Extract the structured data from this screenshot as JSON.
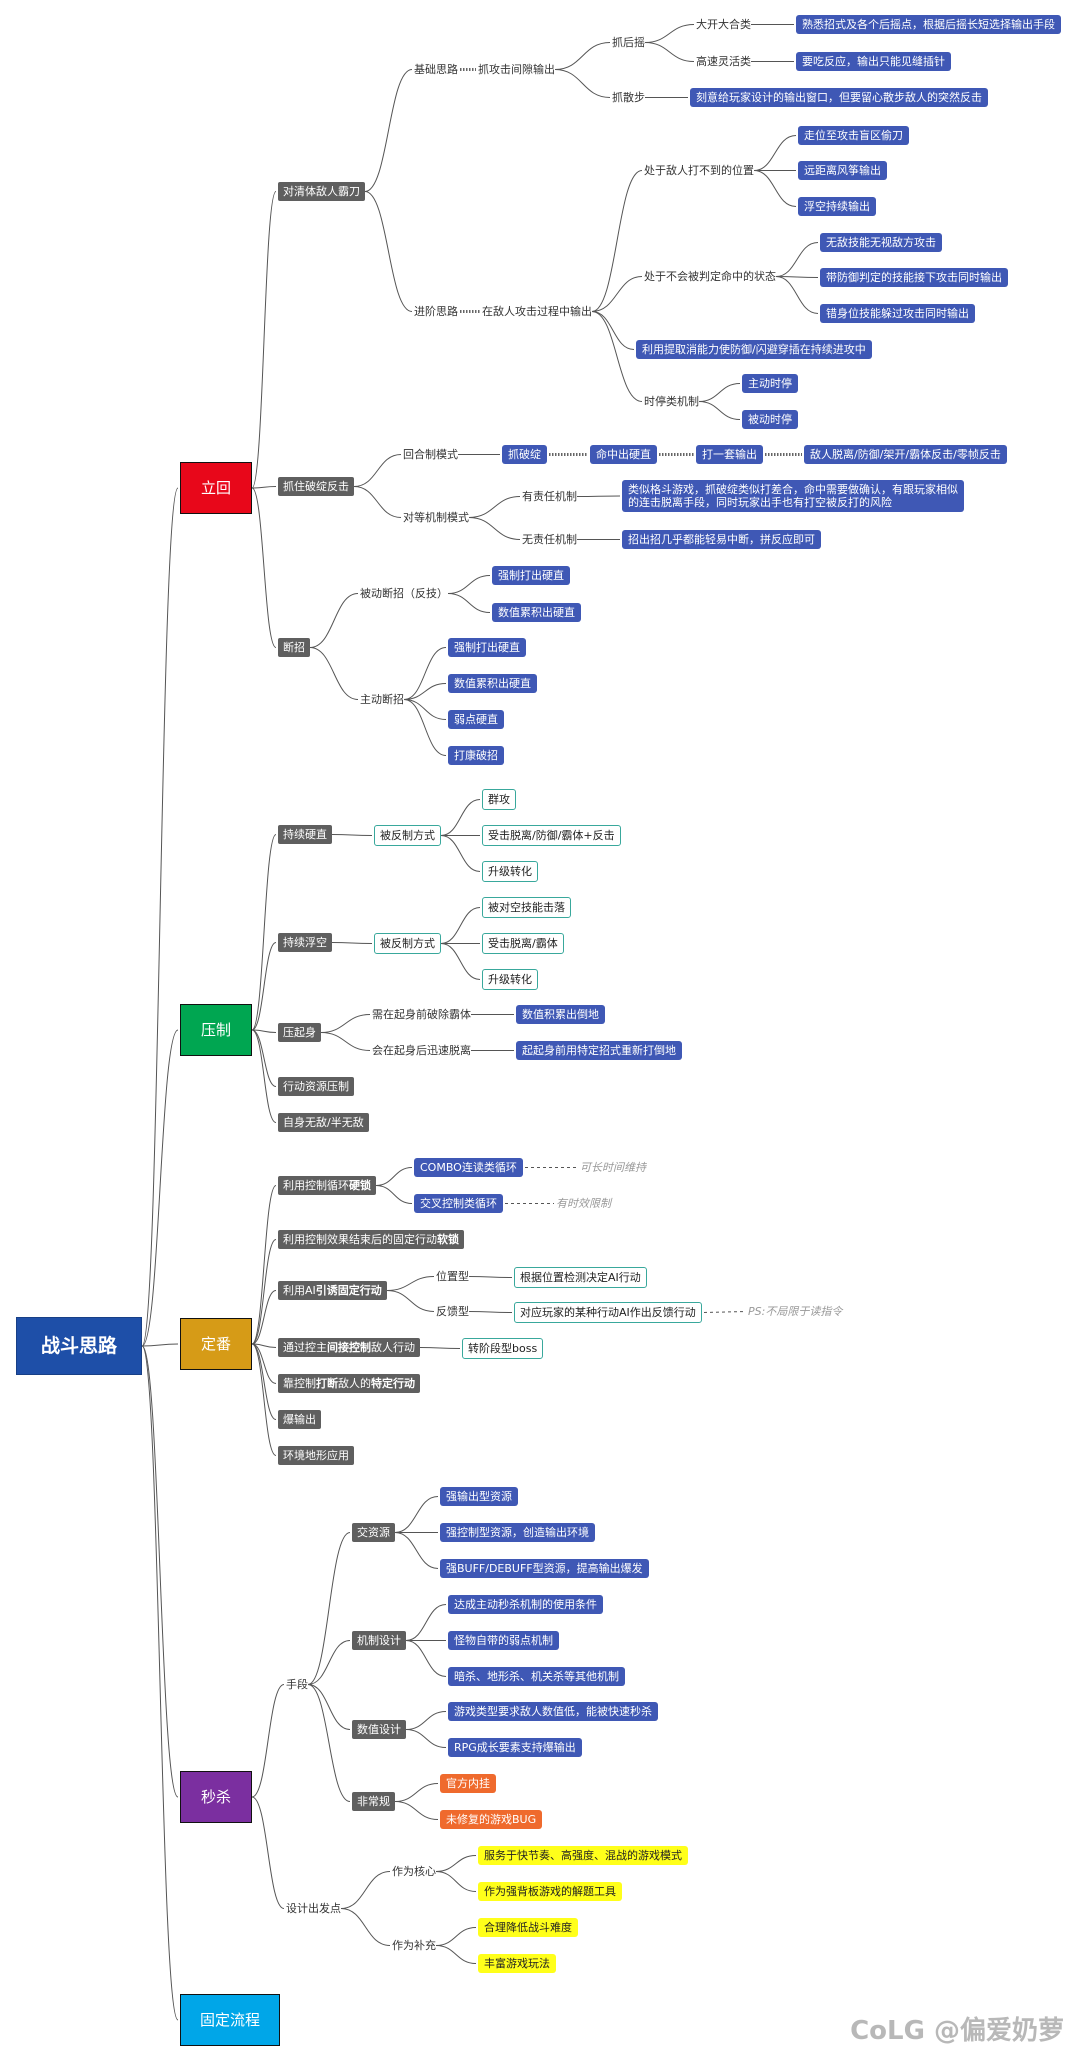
{
  "root": "战斗思路",
  "branches": {
    "liliji": "立回",
    "yazhi": "压制",
    "dingfan": "定番",
    "miaosha": "秒杀",
    "guding": "固定流程"
  },
  "colors": {
    "liliji": "#e8071a",
    "yazhi": "#00a651",
    "dingfan": "#d69b17",
    "miaosha": "#7b2fa0",
    "guding": "#00a6e8",
    "root": "#1e4fa8"
  },
  "nodes": {
    "l1": "对清体敌人霸刀",
    "l1a": "基础思路",
    "l1a1": "抓攻击间隙输出",
    "l1a1a": "抓后摇",
    "l1a1a1": "大开大合类",
    "l1a1a1t": "熟悉招式及各个后摇点，根据后摇长短选择输出手段",
    "l1a1a2": "高速灵活类",
    "l1a1a2t": "要吃反应，输出只能见缝插针",
    "l1a1b": "抓散步",
    "l1a1bt": "刻意给玩家设计的输出窗口，但要留心散步敌人的突然反击",
    "l1b": "进阶思路",
    "l1b1": "在敌人攻击过程中输出",
    "l1b1a": "处于敌人打不到的位置",
    "l1b1a1": "走位至攻击盲区偷刀",
    "l1b1a2": "远距离风筝输出",
    "l1b1a3": "浮空持续输出",
    "l1b1b": "处于不会被判定命中的状态",
    "l1b1b1": "无敌技能无视敌方攻击",
    "l1b1b2": "带防御判定的技能接下攻击同时输出",
    "l1b1b3": "错身位技能躲过攻击同时输出",
    "l1b1c": "利用提取消能力使防御/闪避穿插在持续进攻中",
    "l1b1d": "时停类机制",
    "l1b1d1": "主动时停",
    "l1b1d2": "被动时停",
    "l2": "抓住破绽反击",
    "l2a": "回合制模式",
    "l2a1": "抓破绽",
    "l2a2": "命中出硬直",
    "l2a3": "打一套输出",
    "l2a4": "敌人脱离/防御/架开/霸体反击/零帧反击",
    "l2b": "对等机制模式",
    "l2b1": "有责任机制",
    "l2b1t1": "类似格斗游戏，抓破绽类似打差合，命中需要做确认，有跟玩家相似",
    "l2b1t2": "的连击脱离手段，同时玩家出手也有打空被反打的风险",
    "l2b2": "无责任机制",
    "l2b2t": "招出招几乎都能轻易中断，拼反应即可",
    "l3": "断招",
    "l3a": "被动断招（反技）",
    "l3a1": "强制打出硬直",
    "l3a2": "数值累积出硬直",
    "l3b": "主动断招",
    "l3b1": "强制打出硬直",
    "l3b2": "数值累积出硬直",
    "l3b3": "弱点硬直",
    "l3b4": "打康破招",
    "y1": "持续硬直",
    "y1a": "被反制方式",
    "y1a1": "群攻",
    "y1a2": "受击脱离/防御/霸体+反击",
    "y1a3": "升级转化",
    "y2": "持续浮空",
    "y2a": "被反制方式",
    "y2a1": "被对空技能击落",
    "y2a2": "受击脱离/霸体",
    "y2a3": "升级转化",
    "y3": "压起身",
    "y3a": "需在起身前破除霸体",
    "y3a1": "数值积累出倒地",
    "y3b": "会在起身后迅速脱离",
    "y3b1": "起起身前用特定招式重新打倒地",
    "y4": "行动资源压制",
    "y5": "自身无敌/半无敌",
    "d1a": "利用控制循环",
    "d1b": "硬锁",
    "d1x": "COMBO连读类循环",
    "d1xn": "可长时间维持",
    "d1y": "交叉控制类循环",
    "d1yn": "有时效限制",
    "d2a": "利用控制效果结束后的固定行动",
    "d2b": "软锁",
    "d3a": "利用AI",
    "d3b": "引诱固定行动",
    "d3x": "位置型",
    "d3x1": "根据位置检测决定AI行动",
    "d3y": "反馈型",
    "d3y1": "对应玩家的某种行动AI作出反馈行动",
    "d3yn": "PS:不局限于读指令",
    "d4a": "通过控主",
    "d4b": "间接控制",
    "d4c": "敌人行动",
    "d4x": "转阶段型boss",
    "d5a": "靠控制",
    "d5b": "打断",
    "d5c": "敌人的",
    "d5d": "特定行动",
    "d6": "爆输出",
    "d7": "环境地形应用",
    "m1": "手段",
    "m1a": "交资源",
    "m1a1": "强输出型资源",
    "m1a2": "强控制型资源，创造输出环境",
    "m1a3": "强BUFF/DEBUFF型资源，提高输出爆发",
    "m1b": "机制设计",
    "m1b1": "达成主动秒杀机制的使用条件",
    "m1b2": "怪物自带的弱点机制",
    "m1b3": "暗杀、地形杀、机关杀等其他机制",
    "m1c": "数值设计",
    "m1c1": "游戏类型要求敌人数值低，能被快速秒杀",
    "m1c2": "RPG成长要素支持爆输出",
    "m1d": "非常规",
    "m1d1": "官方内挂",
    "m1d2": "未修复的游戏BUG",
    "m2": "设计出发点",
    "m2a": "作为核心",
    "m2a1": "服务于快节奏、高强度、混战的游戏模式",
    "m2a2": "作为强背板游戏的解题工具",
    "m2b": "作为补充",
    "m2b1": "合理降低战斗难度",
    "m2b2": "丰富游戏玩法"
  },
  "watermark": "CoLG @偏爱奶萝"
}
